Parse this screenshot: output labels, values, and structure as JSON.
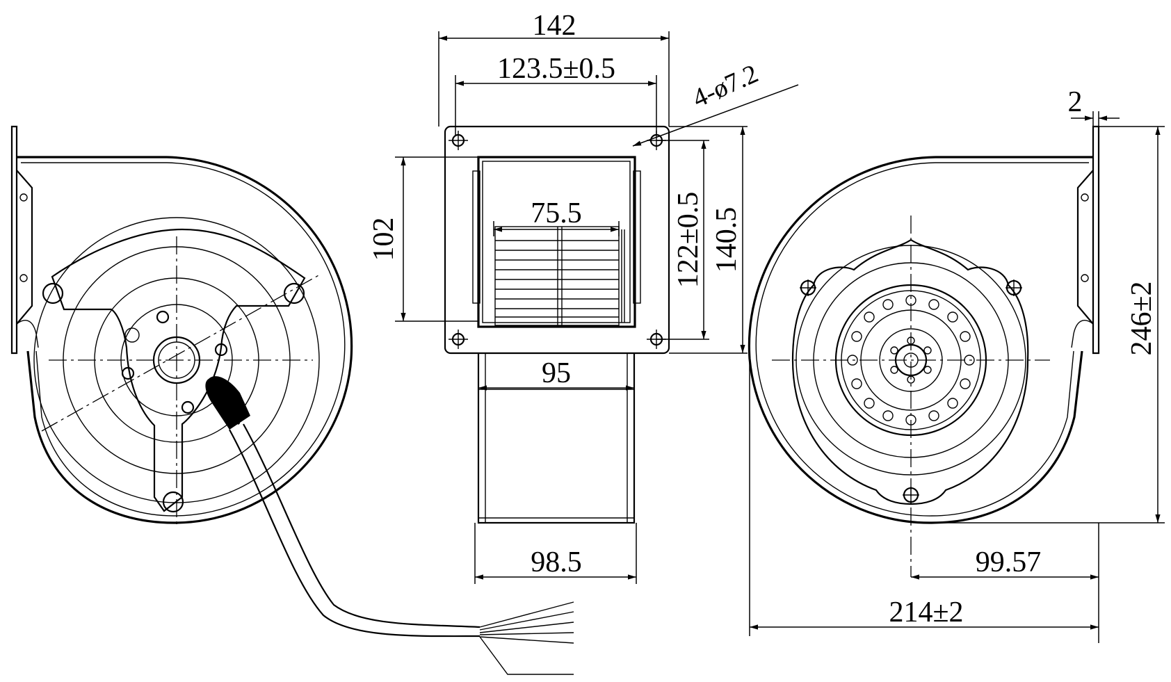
{
  "dimensions": {
    "overall_width_front": "142",
    "mount_hole_spacing_x": "123.5±0.5",
    "mount_holes": "4-ø7.2",
    "outlet_height": "102",
    "inner_width": "75.5",
    "mount_hole_spacing_y": "122±0.5",
    "flange_height": "140.5",
    "outlet_width": "95",
    "wheel_width": "98.5",
    "flange_thickness": "2",
    "overall_height": "246±2",
    "axis_to_flange": "99.57",
    "overall_depth": "214±2"
  },
  "colors": {
    "line": "#000000",
    "background": "#ffffff"
  }
}
